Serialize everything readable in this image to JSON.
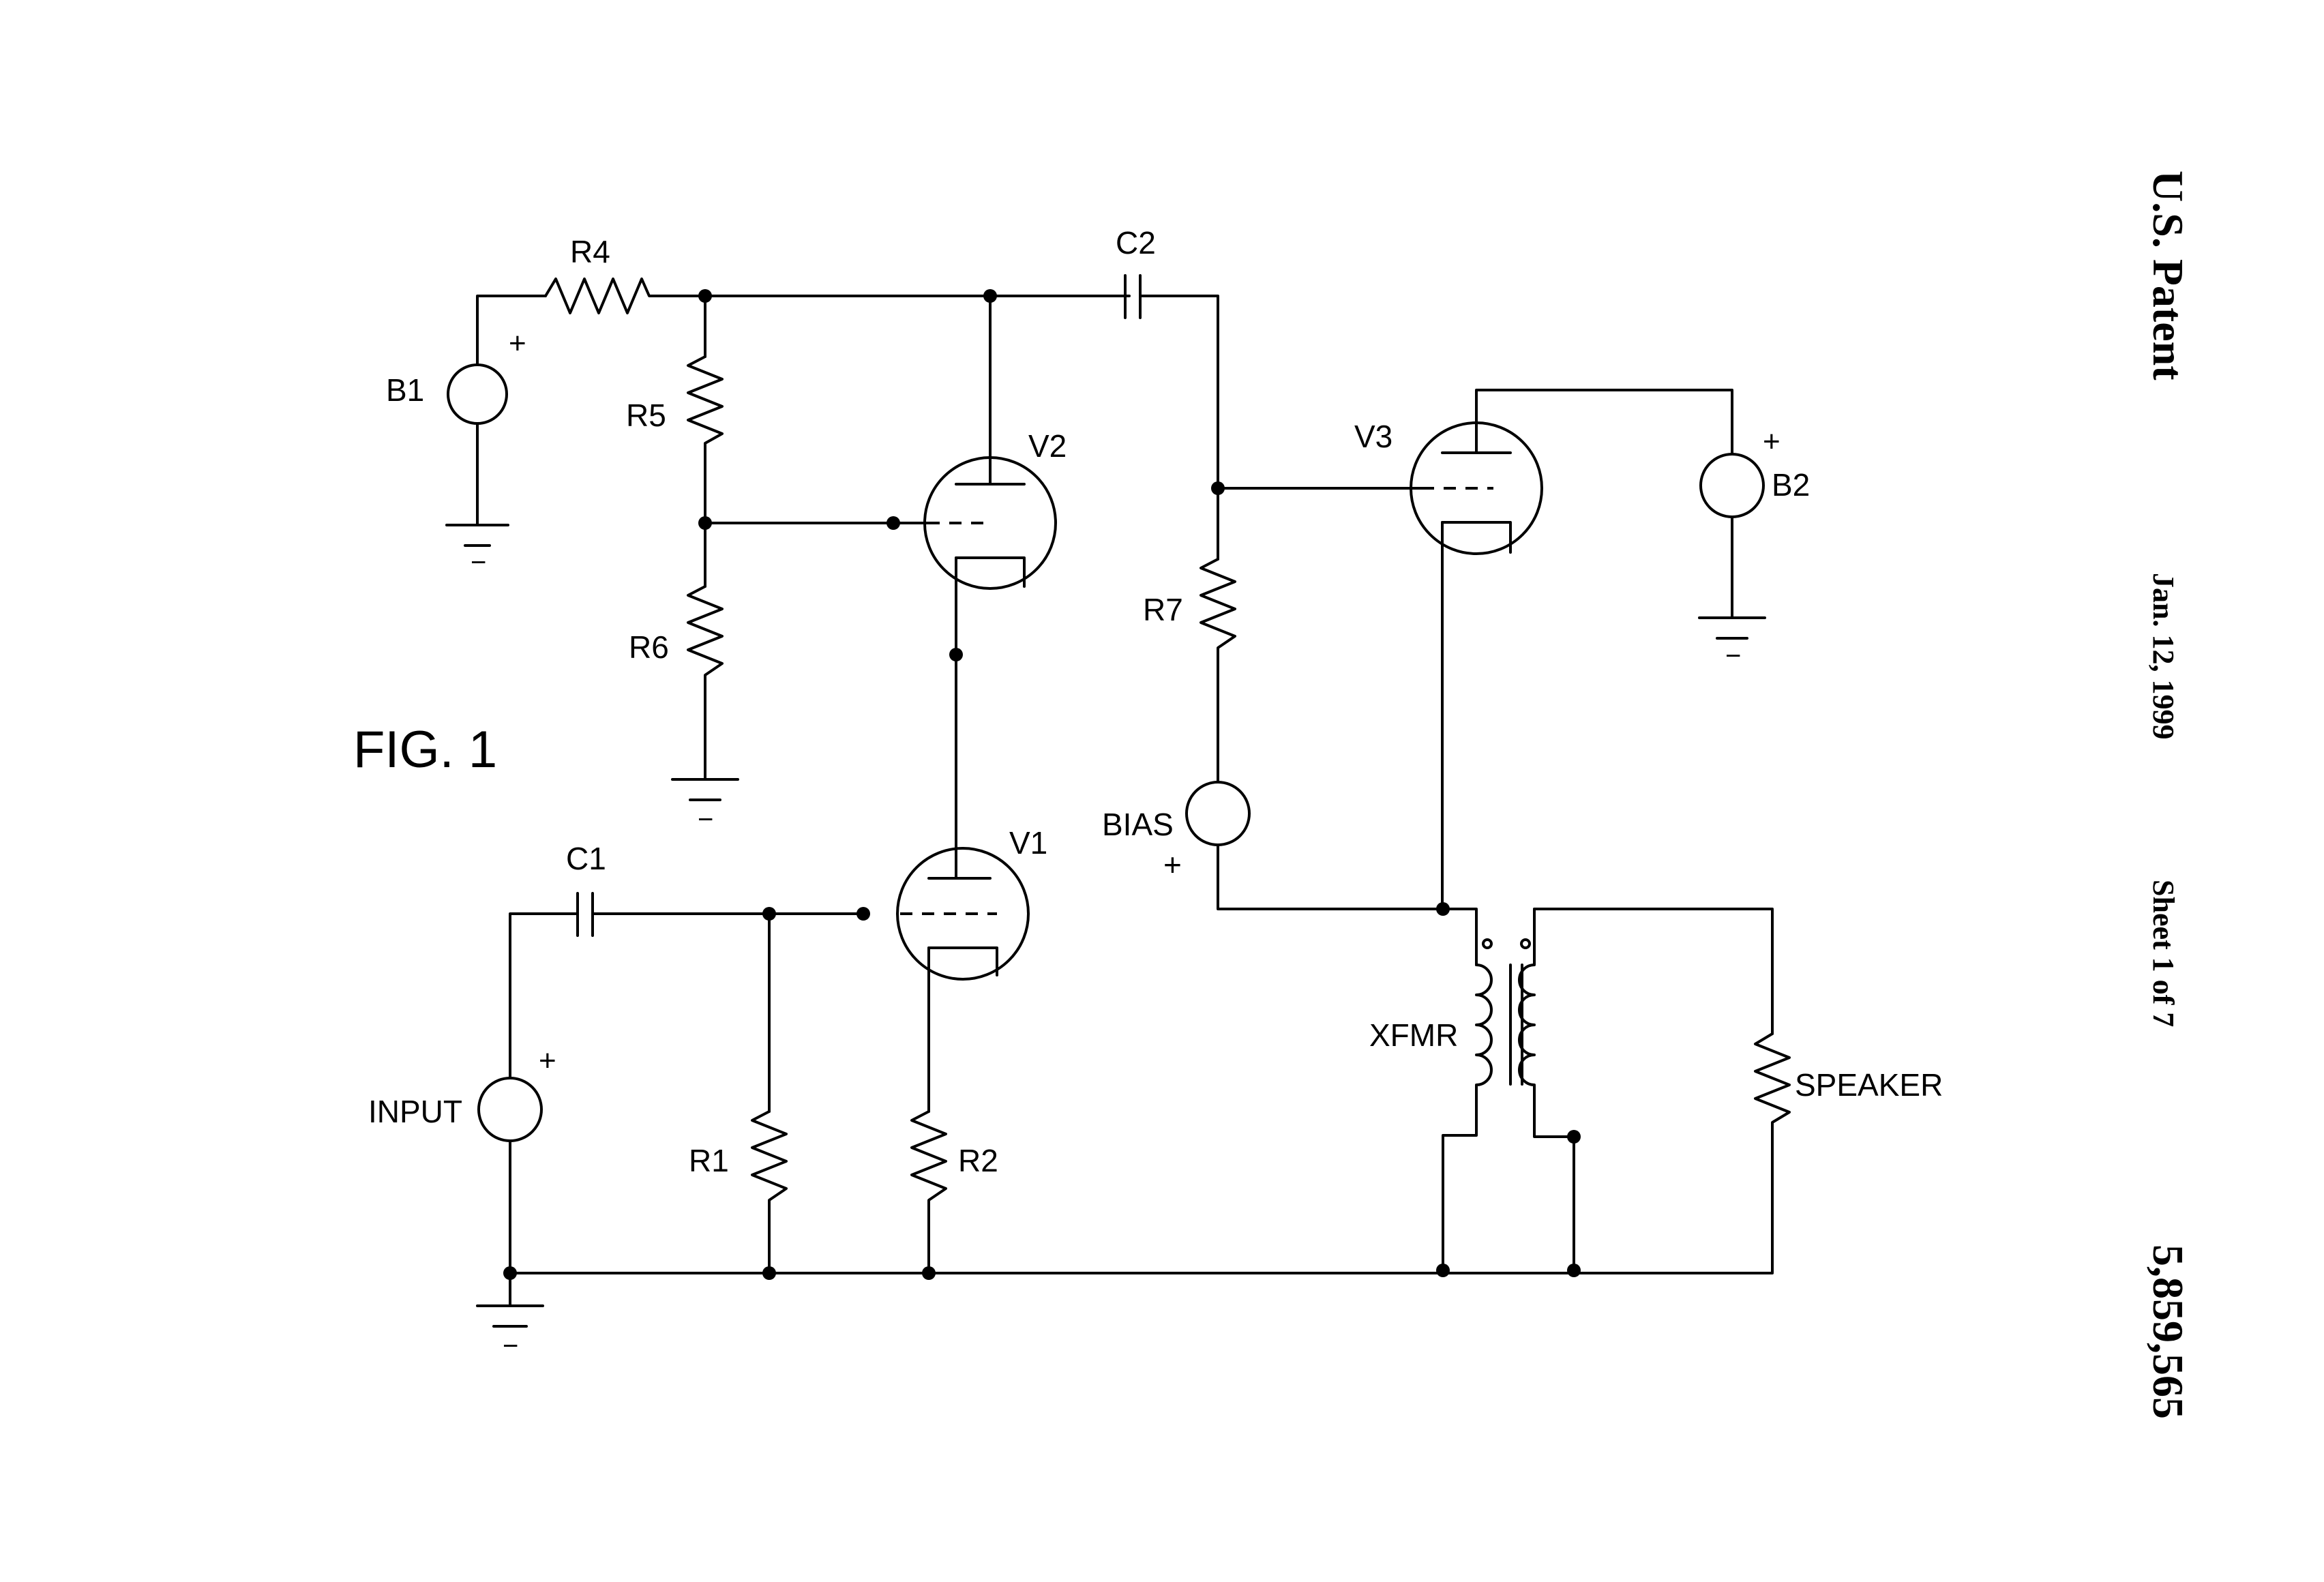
{
  "header": {
    "publication": "U.S. Patent",
    "date": "Jan. 12, 1999",
    "sheet": "Sheet 1 of 7",
    "patent_number": "5,859,565"
  },
  "figure": {
    "label": "FIG. 1"
  },
  "labels": {
    "b1": "B1",
    "b2": "B2",
    "r1": "R1",
    "r2": "R2",
    "r4": "R4",
    "r5": "R5",
    "r6": "R6",
    "r7": "R7",
    "c1": "C1",
    "c2": "C2",
    "v1": "V1",
    "v2": "V2",
    "v3": "V3",
    "bias": "BIAS",
    "input": "INPUT",
    "xfmr": "XFMR",
    "speaker": "SPEAKER",
    "plus": "+",
    "minus": "−"
  }
}
